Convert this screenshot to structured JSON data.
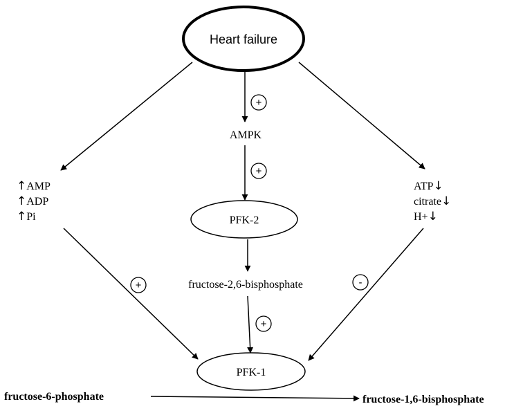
{
  "nodes": {
    "heart_failure": "Heart failure",
    "ampk": "AMPK",
    "pfk2": "PFK-2",
    "f26bp": "fructose-2,6-bisphosphate",
    "pfk1": "PFK-1",
    "f6p": "fructose-6-phosphate",
    "f16bp": "fructose-1,6-bisphosphate"
  },
  "left_metabolites": [
    {
      "arrow": "↑",
      "label": "AMP"
    },
    {
      "arrow": "↑",
      "label": "ADP"
    },
    {
      "arrow": "↑",
      "label": "Pi"
    }
  ],
  "right_metabolites": [
    {
      "label": "ATP",
      "arrow": "↓"
    },
    {
      "label": "citrate",
      "arrow": "↓"
    },
    {
      "label": "H+",
      "arrow": "↓"
    }
  ],
  "signs": {
    "hf_to_ampk": "+",
    "ampk_to_pfk2": "+",
    "left_to_pfk1": "+",
    "f26bp_to_pfk1": "+",
    "right_to_pfk1": "-"
  }
}
